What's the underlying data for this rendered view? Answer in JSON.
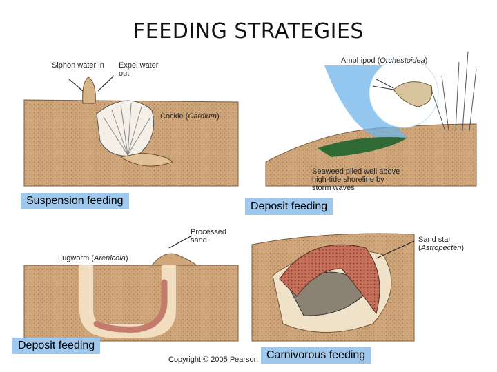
{
  "title": "FEEDING STRATEGIES",
  "panels": {
    "cockle": {
      "siphon_in": "Siphon water in",
      "expel_out": "Expel water out",
      "organism_name": "Cockle",
      "organism_genus": "Cardium",
      "caption": "Suspension feeding"
    },
    "amphipod": {
      "organism_name": "Amphipod",
      "organism_genus": "Orchestoidea",
      "seaweed_note": "Seaweed piled well above high-tide shoreline by storm waves",
      "caption": "Deposit feeding"
    },
    "lugworm": {
      "processed_sand": "Processed sand",
      "organism_name": "Lugworm",
      "organism_genus": "Arenicola",
      "caption": "Deposit feeding"
    },
    "sandstar": {
      "organism_name": "Sand star",
      "organism_genus": "Astropecten",
      "caption": "Carnivorous feeding"
    }
  },
  "copyright": "Copyright © 2005 Pearson"
}
